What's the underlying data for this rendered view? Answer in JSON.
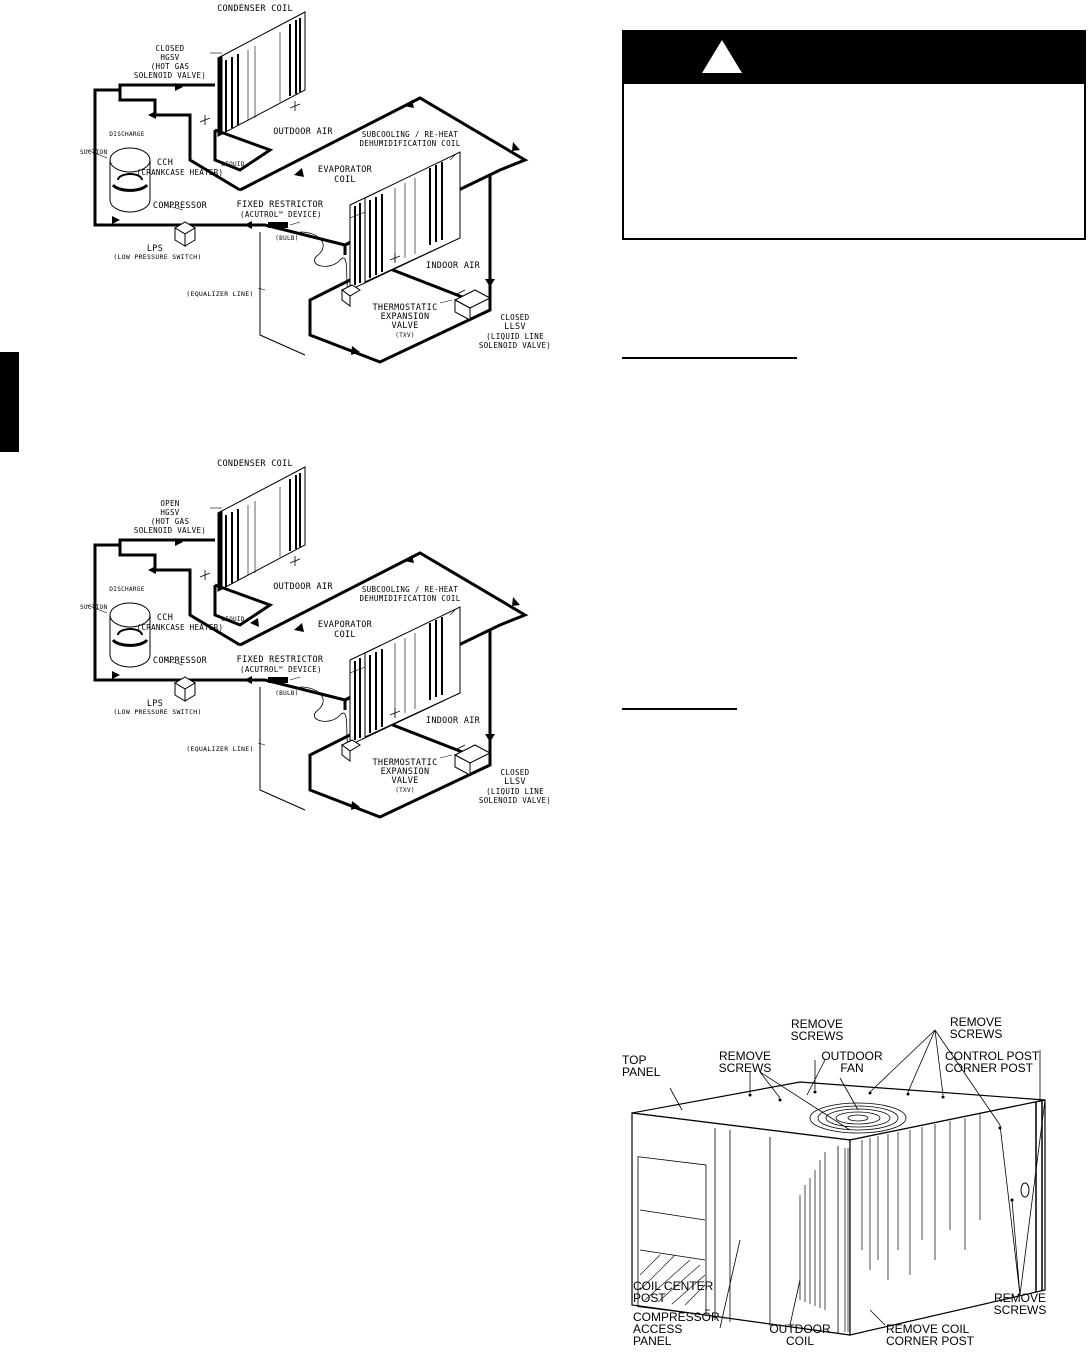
{
  "diagram_top": {
    "condenser_coil": "CONDENSER COIL",
    "hgsv_state": "CLOSED",
    "hgsv_line1": "HGSV",
    "hgsv_line2": "(HOT GAS",
    "hgsv_line3": "SOLENOID VALVE)",
    "discharge": "DISCHARGE",
    "suction": "SUCTION",
    "outdoor_air": "OUTDOOR AIR",
    "liquid": "LIQUID",
    "cch": "CCH",
    "cch_desc": "(CRANKCASE HEATER)",
    "compressor": "COMPRESSOR",
    "subcooling_line1": "SUBCOOLING / RE-HEAT",
    "subcooling_line2": "DEHUMIDIFICATION COIL",
    "evaporator_line1": "EVAPORATOR",
    "evaporator_line2": "COIL",
    "fixed_restrictor_line1": "FIXED RESTRICTOR",
    "fixed_restrictor_line2": "(ACUTROL™ DEVICE)",
    "bulb": "(BULB)",
    "lps": "LPS",
    "lps_desc": "(LOW PRESSURE SWITCH)",
    "indoor_air": "INDOOR AIR",
    "equalizer": "(EQUALIZER LINE)",
    "txv_line1": "THERMOSTATIC",
    "txv_line2": "EXPANSION",
    "txv_line3": "VALVE",
    "txv_line4": "(TXV)",
    "llsv_state": "CLOSED",
    "llsv_line1": "LLSV",
    "llsv_line2": "(LIQUID LINE",
    "llsv_line3": "SOLENOID VALVE)"
  },
  "diagram_bottom": {
    "condenser_coil": "CONDENSER COIL",
    "hgsv_state": "OPEN",
    "hgsv_line1": "HGSV",
    "hgsv_line2": "(HOT GAS",
    "hgsv_line3": "SOLENOID VALVE)",
    "discharge": "DISCHARGE",
    "suction": "SUCTION",
    "outdoor_air": "OUTDOOR AIR",
    "liquid": "LIQUID",
    "cch": "CCH",
    "cch_desc": "(CRANKCASE HEATER)",
    "compressor": "COMPRESSOR",
    "subcooling_line1": "SUBCOOLING / RE-HEAT",
    "subcooling_line2": "DEHUMIDIFICATION COIL",
    "evaporator_line1": "EVAPORATOR",
    "evaporator_line2": "COIL",
    "fixed_restrictor_line1": "FIXED RESTRICTOR",
    "fixed_restrictor_line2": "(ACUTROL™ DEVICE)",
    "bulb": "(BULB)",
    "lps": "LPS",
    "lps_desc": "(LOW PRESSURE SWITCH)",
    "indoor_air": "INDOOR AIR",
    "equalizer": "(EQUALIZER LINE)",
    "txv_line1": "THERMOSTATIC",
    "txv_line2": "EXPANSION",
    "txv_line3": "VALVE",
    "txv_line4": "(TXV)",
    "llsv_state": "CLOSED",
    "llsv_line1": "LLSV",
    "llsv_line2": "(LIQUID LINE",
    "llsv_line3": "SOLENOID VALVE)"
  },
  "unit": {
    "top_panel_line1": "TOP",
    "top_panel_line2": "PANEL",
    "remove_screws_a_line1": "REMOVE",
    "remove_screws_a_line2": "SCREWS",
    "remove_screws_b_line1": "REMOVE",
    "remove_screws_b_line2": "SCREWS",
    "outdoor_fan_line1": "OUTDOOR",
    "outdoor_fan_line2": "FAN",
    "remove_screws_c_line1": "REMOVE",
    "remove_screws_c_line2": "SCREWS",
    "control_post_line1": "CONTROL POST",
    "control_post_line2": "CORNER POST",
    "coil_center_line1": "COIL CENTER",
    "coil_center_line2": "POST",
    "compressor_access_line1": "COMPRESSOR",
    "compressor_access_line2": "ACCESS",
    "compressor_access_line3": "PANEL",
    "outdoor_coil_line1": "OUTDOOR",
    "outdoor_coil_line2": "COIL",
    "remove_coil_line1": "REMOVE COIL",
    "remove_coil_line2": "CORNER POST",
    "remove_screws_d_line1": "REMOVE",
    "remove_screws_d_line2": "SCREWS"
  },
  "colors": {
    "ink": "#000000",
    "paper": "#ffffff"
  }
}
